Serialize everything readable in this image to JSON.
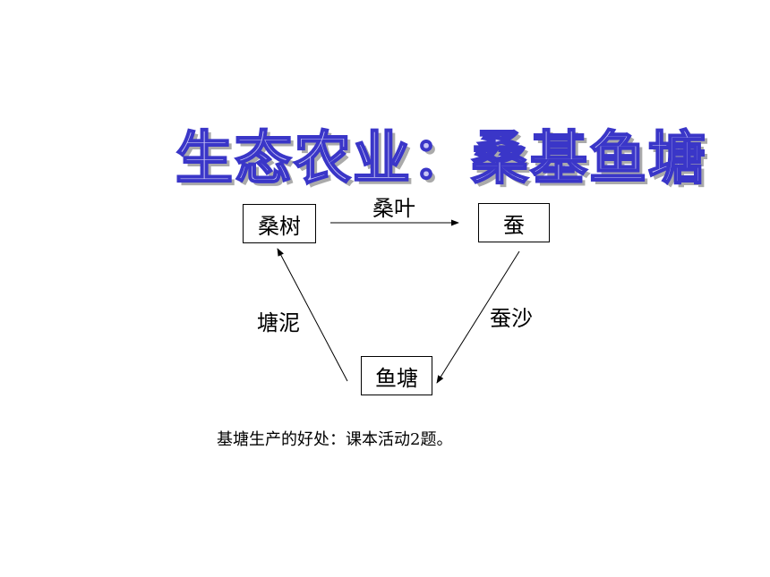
{
  "title": "生态农业：桑基鱼塘",
  "nodes": {
    "sangshu": "桑树",
    "can": "蚕",
    "yutang": "鱼塘"
  },
  "edges": {
    "sangye": "桑叶",
    "cansha": "蚕沙",
    "tangni": "塘泥"
  },
  "note": "基塘生产的好处：课本活动2题。"
}
